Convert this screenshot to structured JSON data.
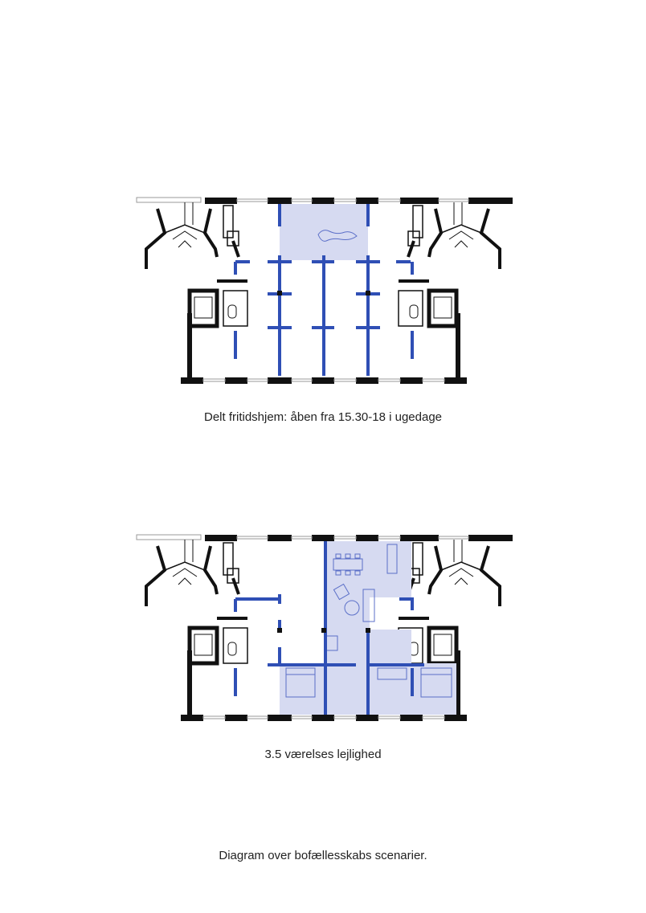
{
  "diagram_top": {
    "caption": "Delt fritidshjem: åben fra 15.30-18 i ugedage"
  },
  "diagram_bottom": {
    "caption": "3.5 værelses lejlighed"
  },
  "footer": {
    "caption": "Diagram over bofællesskabs scenarier."
  },
  "colors": {
    "wall": "#111111",
    "new_wall": "#2f4fb5",
    "highlight_fill": "#d6daf1",
    "furniture_line": "#5b6fc8"
  }
}
